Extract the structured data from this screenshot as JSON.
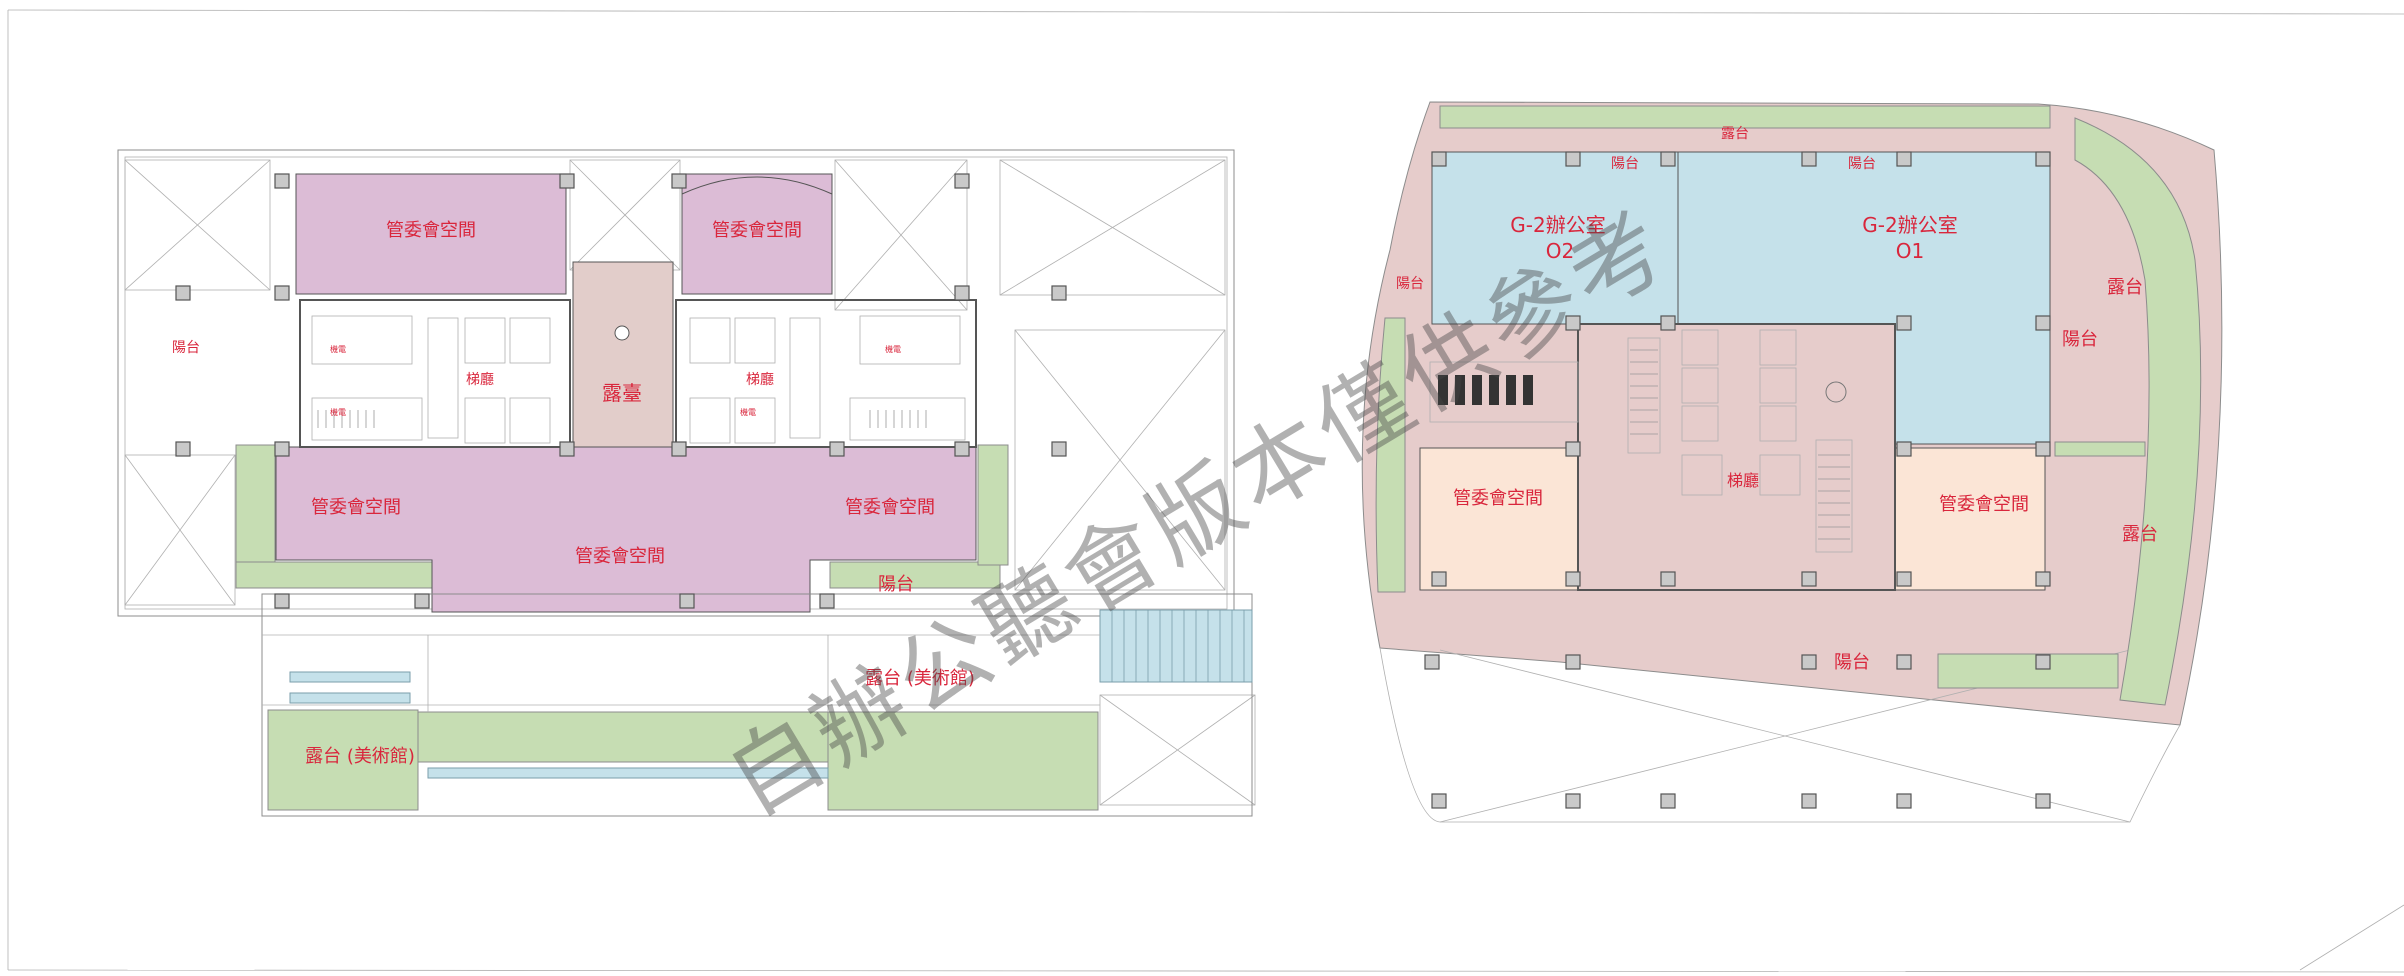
{
  "left_plan": {
    "rooms": {
      "top_left": "管委會空間",
      "top_right": "管委會空間",
      "mid_left": "管委會空間",
      "mid_right": "管委會空間",
      "center_bottom": "管委會空間",
      "terrace_center": "露臺",
      "lobby_left": "梯廳",
      "lobby_right": "梯廳",
      "balcony_left": "陽台",
      "balcony_bottom": "陽台",
      "art_terrace_left": "露台 (美術館)",
      "art_terrace_right": "露台 (美術館)"
    }
  },
  "right_plan": {
    "rooms": {
      "office_o2": "G-2辦公室\nO2",
      "office_o1": "G-2辦公室\nO1",
      "mgmt_left": "管委會空間",
      "mgmt_right": "管委會空間",
      "lobby": "梯廳",
      "balcony_top_left": "陽台",
      "balcony_top_right": "陽台",
      "balcony_left": "陽台",
      "balcony_right": "陽台",
      "balcony_bottom": "陽台",
      "terrace_top": "露台",
      "terrace_right_top": "露台",
      "terrace_right_bottom": "露台"
    }
  },
  "watermark": "自辦公聽會版本僅供參考",
  "colors": {
    "mgmt_pink": "#dcbcd6",
    "office_blue": "#c5e1ea",
    "mgmt_peach": "#fbe5d6",
    "green": "#c6ddb3",
    "terrace_pink": "#e6cccb",
    "terrace_center": "#e2cdca",
    "label_red": "#d9263c"
  }
}
